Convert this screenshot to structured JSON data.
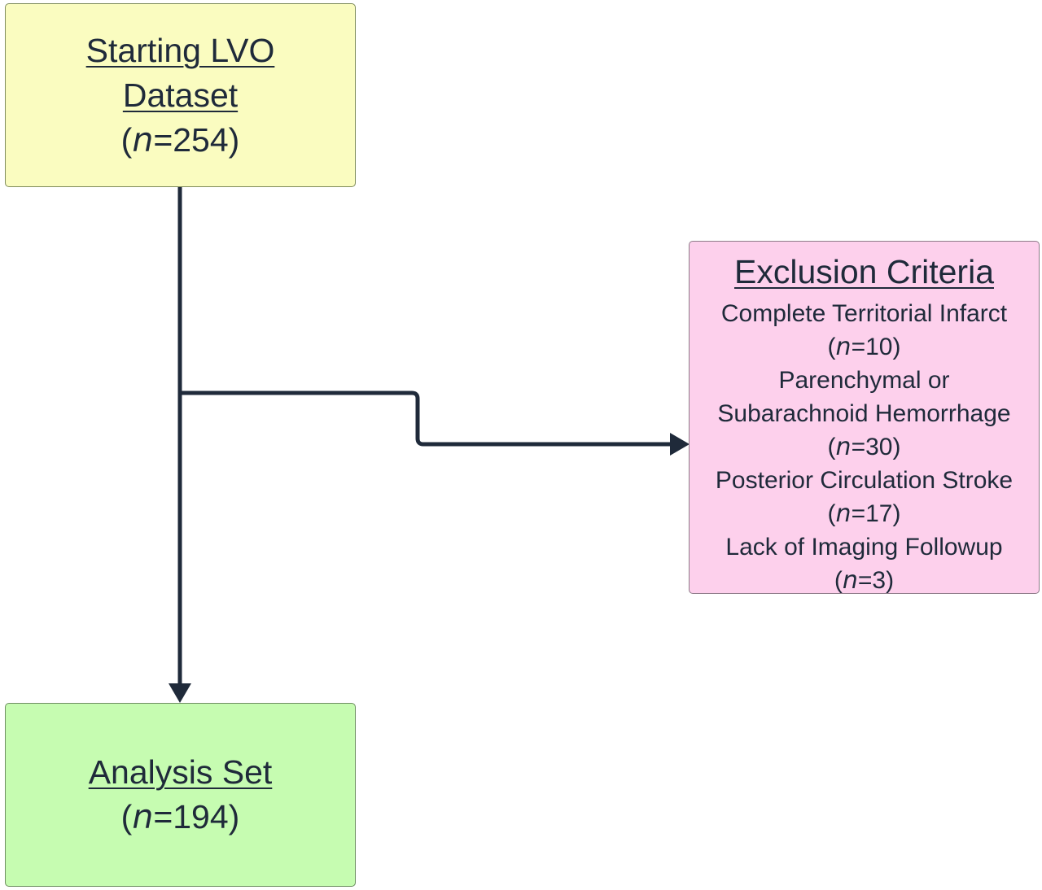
{
  "start": {
    "title_line1": "Starting LVO",
    "title_line2": "Dataset",
    "n_var": "n",
    "n_value": "=254"
  },
  "exclusion": {
    "title": "Exclusion Criteria",
    "items": [
      {
        "label": "Complete Territorial Infarct",
        "n_var": "n",
        "n_value": "=10"
      },
      {
        "label_line1": "Parenchymal or",
        "label_line2": "Subarachnoid Hemorrhage",
        "n_var": "n",
        "n_value": "=30"
      },
      {
        "label": "Posterior Circulation Stroke",
        "n_var": "n",
        "n_value": "=17"
      },
      {
        "label": "Lack of Imaging Followup",
        "n_var": "n",
        "n_value": "=3"
      }
    ]
  },
  "analysis": {
    "title": "Analysis Set",
    "n_var": "n",
    "n_value": "=194"
  },
  "colors": {
    "start_fill": "#fafcc0",
    "exclusion_fill": "#fdd0ec",
    "analysis_fill": "#c6fcb1",
    "arrow": "#1f2a3a"
  }
}
